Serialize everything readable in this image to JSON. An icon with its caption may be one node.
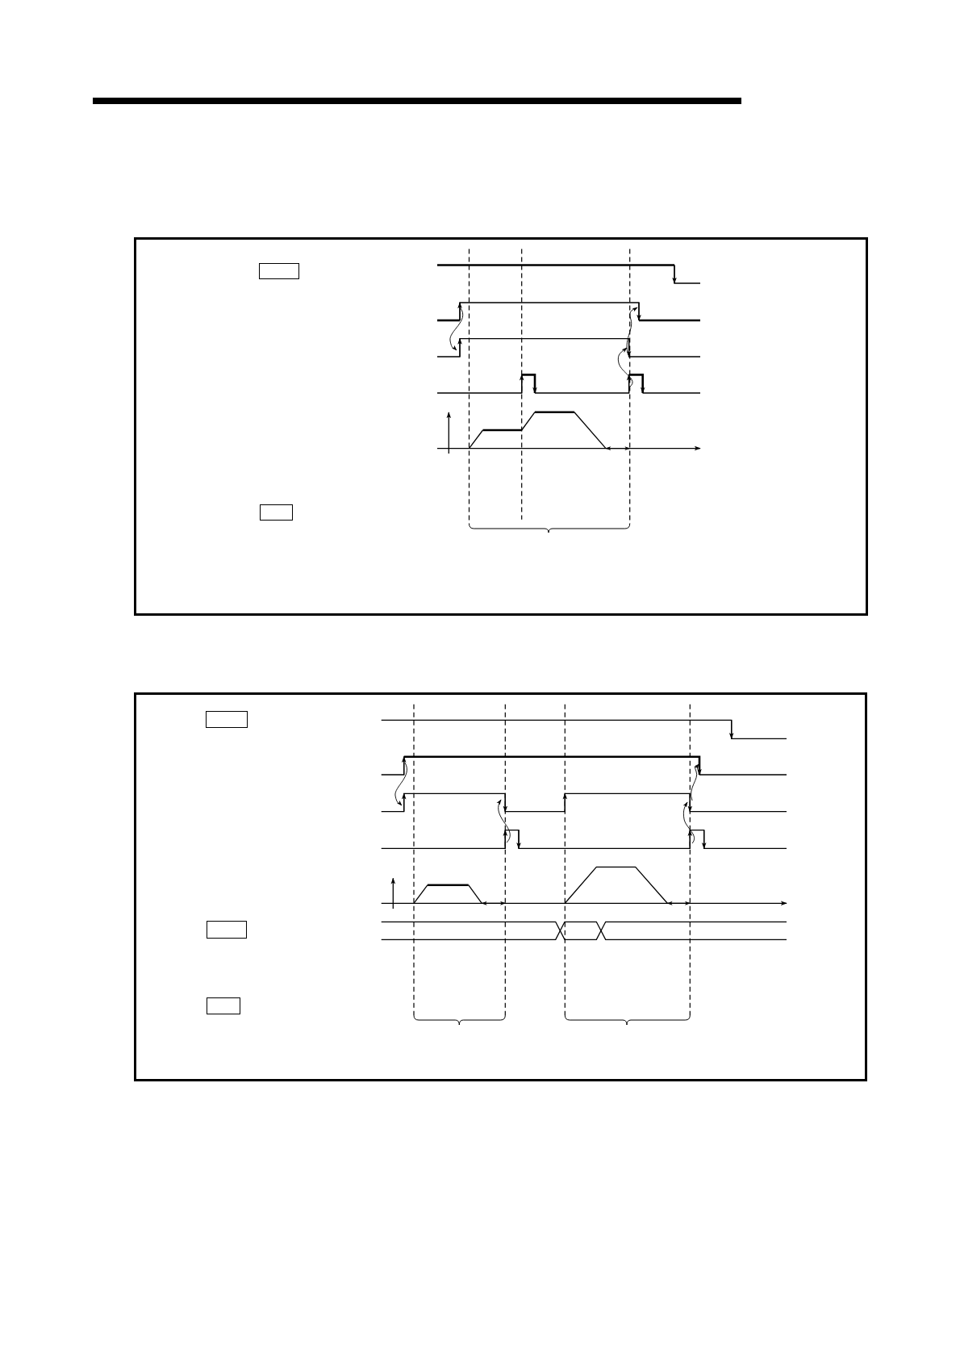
{
  "diagram": {
    "nodes": [
      {
        "text": [],
        "shape": "box"
      },
      {
        "text": [],
        "shape": "box",
        "in": 0
      },
      {
        "text": [],
        "shape": "box",
        "in": 0
      },
      {
        "text": [],
        "shape": "box"
      },
      {
        "text": [],
        "shape": "box",
        "in": 3
      },
      {
        "text": [],
        "shape": "box",
        "in": 3
      },
      {
        "text": [],
        "shape": "box",
        "in": 3
      }
    ]
  }
}
